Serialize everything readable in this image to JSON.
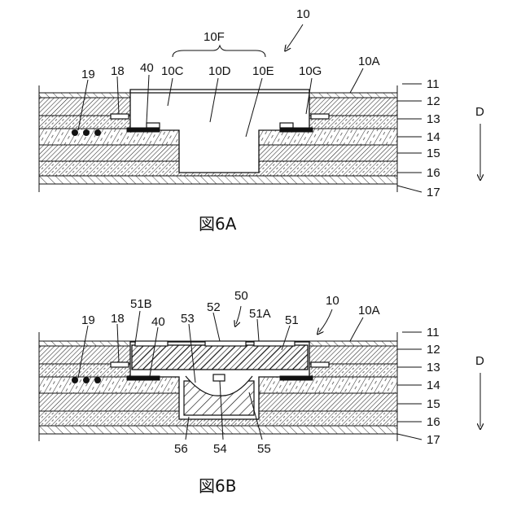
{
  "figure_a": {
    "caption": "図6A",
    "labels": {
      "ref_10": "10",
      "ref_10F": "10F",
      "ref_10C": "10C",
      "ref_10D": "10D",
      "ref_10E": "10E",
      "ref_10G": "10G",
      "ref_10A": "10A",
      "ref_40": "40",
      "ref_18": "18",
      "ref_19": "19",
      "ref_11": "11",
      "ref_12": "12",
      "ref_13": "13",
      "ref_14": "14",
      "ref_15": "15",
      "ref_16": "16",
      "ref_17": "17",
      "direction": "D"
    }
  },
  "figure_b": {
    "caption": "図6B",
    "labels": {
      "ref_50": "50",
      "ref_10": "10",
      "ref_10A": "10A",
      "ref_51B": "51B",
      "ref_52": "52",
      "ref_51A": "51A",
      "ref_51": "51",
      "ref_53": "53",
      "ref_40": "40",
      "ref_18": "18",
      "ref_19": "19",
      "ref_54": "54",
      "ref_55": "55",
      "ref_56": "56",
      "ref_11": "11",
      "ref_12": "12",
      "ref_13": "13",
      "ref_14": "14",
      "ref_15": "15",
      "ref_16": "16",
      "ref_17": "17",
      "direction": "D"
    }
  }
}
